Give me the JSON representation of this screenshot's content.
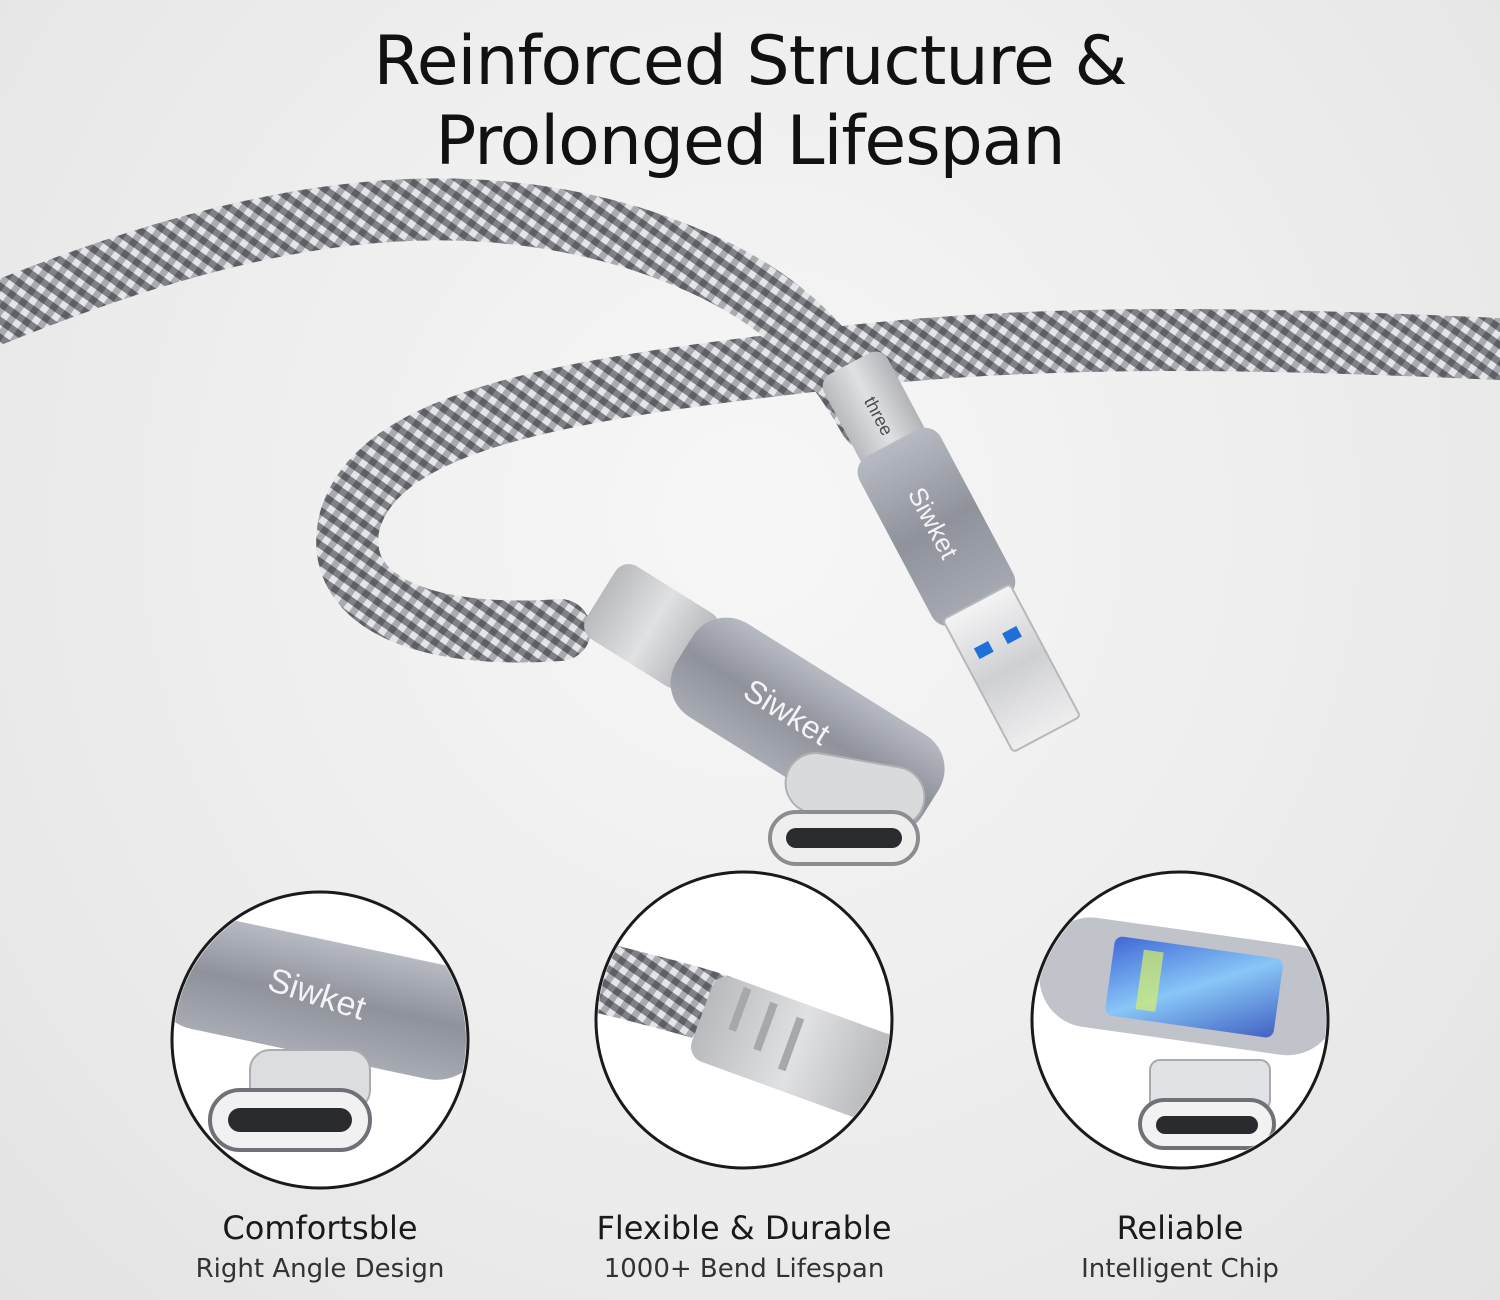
{
  "headline": {
    "line1": "Reinforced Structure &",
    "line2": "Prolonged Lifespan"
  },
  "product": {
    "brand": "Siwket",
    "sub_mark": "three"
  },
  "features": [
    {
      "title": "Comfortsble",
      "subtitle": "Right Angle Design"
    },
    {
      "title": "Flexible & Durable",
      "subtitle": "1000+ Bend Lifespan"
    },
    {
      "title": "Reliable",
      "subtitle": "Intelligent Chip"
    }
  ],
  "colors": {
    "braid": "#8d8f94",
    "housing": "#9ea1aa",
    "strain_relief": "#c9cacc",
    "usb_blue": "#1e6fd9"
  }
}
